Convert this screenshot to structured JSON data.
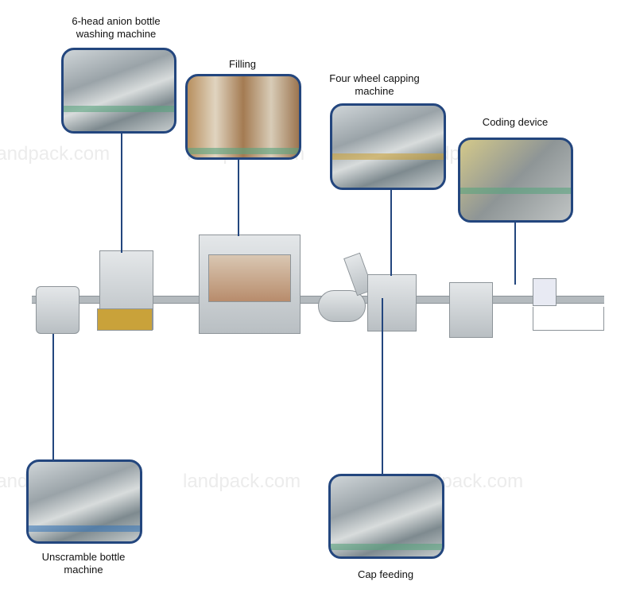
{
  "watermark": "landpack.com",
  "line_color": "#23467e",
  "stations": [
    {
      "label_lines": [
        "6-head anion bottle",
        "washing machine"
      ]
    },
    {
      "label_lines": [
        "Filling"
      ]
    },
    {
      "label_lines": [
        "Four wheel capping",
        "machine"
      ]
    },
    {
      "label_lines": [
        "Coding device"
      ]
    },
    {
      "label_lines": [
        "Unscramble bottle",
        "machine"
      ]
    },
    {
      "label_lines": [
        "Cap feeding"
      ]
    }
  ]
}
